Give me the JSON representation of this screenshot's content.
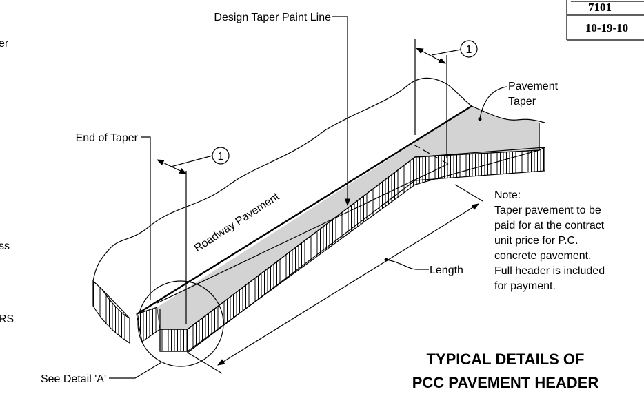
{
  "title_block": {
    "number": "7101",
    "date": "10-19-10"
  },
  "left_cut_labels": [
    "er",
    "ss",
    "RS"
  ],
  "labels": {
    "design_taper_paint_line": "Design Taper Paint Line",
    "end_of_taper": "End of Taper",
    "pavement_taper_line1": "Pavement",
    "pavement_taper_line2": "Taper",
    "roadway_pavement": "Roadway Pavement",
    "length": "Length",
    "see_detail": "See Detail 'A'",
    "callout_number": "1"
  },
  "note": {
    "heading": "Note:",
    "lines": [
      "Taper pavement to be",
      "paid for at the contract",
      "unit price for P.C.",
      "concrete pavement.",
      "Full header is included",
      "for payment."
    ]
  },
  "title": {
    "line1": "TYPICAL DETAILS OF",
    "line2": "PCC PAVEMENT HEADER"
  },
  "colors": {
    "taper_fill": "#d3d3d3",
    "line": "#000000",
    "background": "#ffffff"
  }
}
